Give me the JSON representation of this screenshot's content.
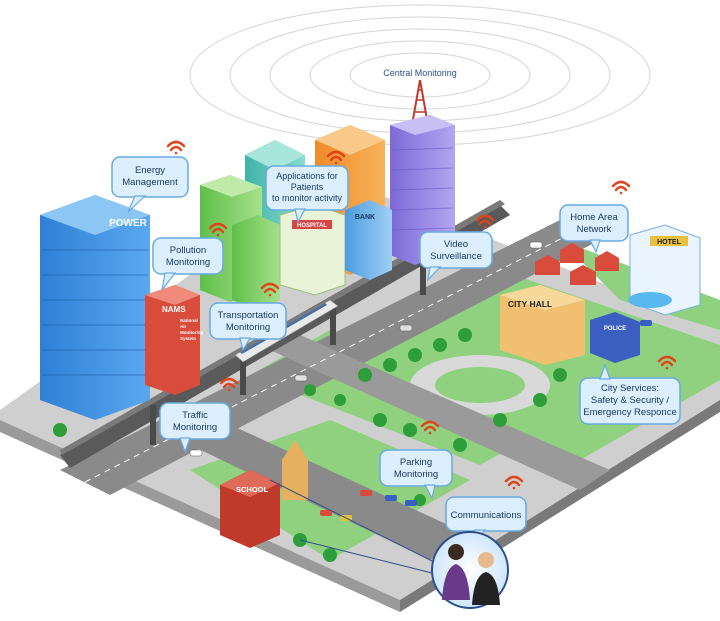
{
  "central_monitoring": "Central Monitoring",
  "callouts": {
    "energy": [
      "Energy",
      "Management"
    ],
    "patients": [
      "Applications for",
      "Patients",
      "to monitor activity"
    ],
    "pollution": [
      "Pollution",
      "Monitoring"
    ],
    "transportation": [
      "Transportation",
      "Monitoring"
    ],
    "video": [
      "Video",
      "Surveillance"
    ],
    "home": [
      "Home Area",
      "Network"
    ],
    "traffic": [
      "Traffic",
      "Monitoring"
    ],
    "parking": [
      "Parking",
      "Monitoring"
    ],
    "city_services": [
      "City Services:",
      "Safety & Security /",
      "Emergency Responce"
    ],
    "communications": [
      "Communications"
    ]
  },
  "signs": {
    "power": "POWER",
    "bank": "BANK",
    "hospital": "HOSPITAL",
    "nams": "NAMS",
    "nams_sub": [
      "National",
      "Air",
      "Monitoring",
      "System"
    ],
    "city_hall": "CITY HALL",
    "hotel": "HOTEL",
    "police": "POLICE",
    "school": "SCHOOL"
  },
  "colors": {
    "callout_fill": "#dcefff",
    "callout_stroke": "#6aa9e0",
    "wifi": "#e0441b",
    "grass": "#8fd17e",
    "road": "#8a8a8a",
    "rail": "#5a5a5a"
  }
}
